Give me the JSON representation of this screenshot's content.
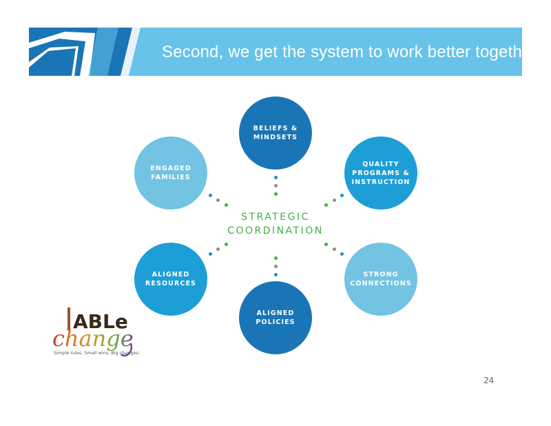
{
  "slide": {
    "title": "Second, we get the system to work better together",
    "page_number": "24"
  },
  "diagram": {
    "center": {
      "line1": "STRATEGIC",
      "line2": "COORDINATION",
      "color": "#3fb03f"
    },
    "nodes": [
      {
        "id": "beliefs",
        "line1": "BELIEFS &",
        "line2": "MINDSETS",
        "line3": "",
        "color": "#1a75b6"
      },
      {
        "id": "quality",
        "line1": "QUALITY",
        "line2": "PROGRAMS &",
        "line3": "INSTRUCTION",
        "color": "#1e9ed6"
      },
      {
        "id": "strong",
        "line1": "STRONG",
        "line2": "CONNECTIONS",
        "line3": "",
        "color": "#73c3e3"
      },
      {
        "id": "policies",
        "line1": "ALIGNED",
        "line2": "POLICIES",
        "line3": "",
        "color": "#1a75b6"
      },
      {
        "id": "resources",
        "line1": "ALIGNED",
        "line2": "RESOURCES",
        "line3": "",
        "color": "#1e9ed6"
      },
      {
        "id": "families",
        "line1": "ENGAGED",
        "line2": "FAMILIES",
        "line3": "",
        "color": "#73c3e3"
      }
    ],
    "dot_colors": {
      "blue": "#1a8cd0",
      "gray": "#8c8c8c",
      "green": "#3fb03f"
    }
  },
  "logo": {
    "word1": "ABLe",
    "word2": "change",
    "tagline": "Simple rules. Small wins. Big changes."
  },
  "theme": {
    "banner": "#67c3ea",
    "banner_dark": "#1a75b6"
  }
}
